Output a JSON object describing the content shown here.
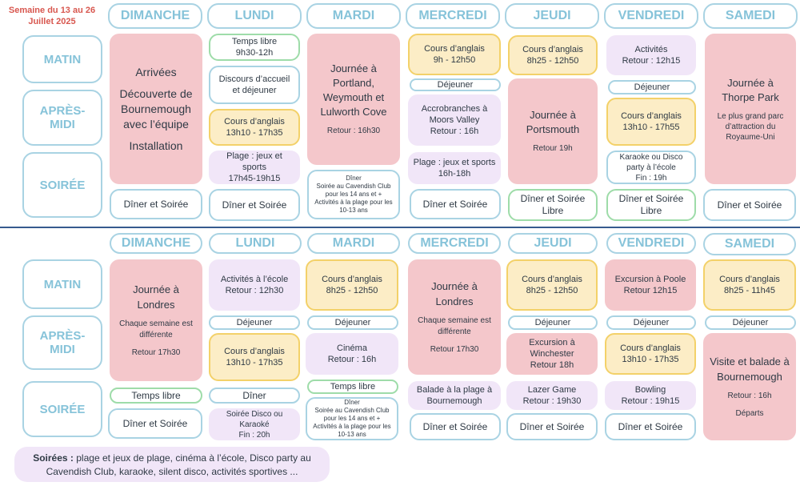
{
  "week_title": "Semaine du 13 au 26 Juillet 2025",
  "days": [
    "DIMANCHE",
    "LUNDI",
    "MARDI",
    "MERCREDI",
    "JEUDI",
    "VENDREDI",
    "SAMEDI"
  ],
  "row_labels": [
    "MATIN",
    "APRÈS-MIDI",
    "SOIRÉE"
  ],
  "w1": {
    "sun": {
      "l1": "Arrivées",
      "l2": "Découverte de Bournemough avec l’équipe",
      "l3": "Installation",
      "evening": "Dîner et Soirée"
    },
    "mon": {
      "temps": {
        "t": "Temps libre",
        "s": "9h30-12h"
      },
      "discours": "Discours d’accueil et déjeuner",
      "anglais": {
        "t": "Cours d’anglais",
        "s": "13h10 - 17h35"
      },
      "plage": {
        "t": "Plage : jeux et sports",
        "s": "17h45-19h15"
      },
      "evening": "Dîner et Soirée"
    },
    "tue": {
      "main": {
        "t": "Journée à Portland, Weymouth et Lulworth Cove",
        "s": "Retour : 16h30"
      },
      "evening": {
        "a": "Dîner",
        "b": "Soirée au Cavendish Club pour les 14 ans et + Activités à la plage pour les 10-13 ans"
      }
    },
    "wed": {
      "anglais": {
        "t": "Cours d’anglais",
        "s": "9h - 12h50"
      },
      "dej": "Déjeuner",
      "accro": {
        "t": "Accrobranches à Moors Valley",
        "s": "Retour : 16h"
      },
      "plage": {
        "t": "Plage : jeux et sports",
        "s": "16h-18h"
      },
      "evening": "Dîner et Soirée"
    },
    "thu": {
      "anglais": {
        "t": "Cours d’anglais",
        "s": "8h25 - 12h50"
      },
      "ports": {
        "t": "Journée à Portsmouth",
        "s": "Retour 19h"
      },
      "evening": "Dîner et Soirée Libre"
    },
    "fri": {
      "act": {
        "t": "Activités",
        "s": "Retour : 12h15"
      },
      "dej": "Déjeuner",
      "anglais": {
        "t": "Cours d’anglais",
        "s": "13h10 - 17h55"
      },
      "karaoke": {
        "t": "Karaoke ou Disco party à l’école",
        "s": "Fin : 19h"
      },
      "evening": "Dîner et Soirée Libre"
    },
    "sat": {
      "main": {
        "t": "Journée à Thorpe Park",
        "s": "Le plus grand parc d’attraction du Royaume-Uni"
      },
      "evening": "Dîner et Soirée"
    }
  },
  "w2": {
    "sun": {
      "main": {
        "t": "Journée à Londres",
        "s": "Chaque semaine est différente",
        "r": "Retour 17h30"
      },
      "temps": "Temps libre",
      "evening": "Dîner et Soirée"
    },
    "mon": {
      "act": {
        "t": "Activités à l’école",
        "s": "Retour : 12h30"
      },
      "dej": "Déjeuner",
      "anglais": {
        "t": "Cours d’anglais",
        "s": "13h10 - 17h35"
      },
      "diner": "Dîner",
      "disco": {
        "t": "Soirée Disco ou Karaoké",
        "s": "Fin : 20h"
      }
    },
    "tue": {
      "anglais": {
        "t": "Cours d’anglais",
        "s": "8h25 - 12h50"
      },
      "dej": "Déjeuner",
      "cinema": {
        "t": "Cinéma",
        "s": "Retour : 16h"
      },
      "temps": "Temps libre",
      "evening": {
        "a": "Dîner",
        "b": "Soirée au Cavendish Club pour les 14 ans et + Activités à la plage pour les 10-13 ans"
      }
    },
    "wed": {
      "main": {
        "t": "Journée à Londres",
        "s": "Chaque semaine est différente",
        "r": "Retour 17h30"
      },
      "balade": "Balade à la plage à Bournemough",
      "evening": "Dîner et Soirée"
    },
    "thu": {
      "anglais": {
        "t": "Cours d’anglais",
        "s": "8h25 - 12h50"
      },
      "dej": "Déjeuner",
      "winch": {
        "t": "Excursion à Winchester",
        "s": "Retour 18h"
      },
      "laser": {
        "t": "Lazer Game",
        "s": "Retour : 19h30"
      },
      "evening": "Dîner et Soirée"
    },
    "fri": {
      "poole": {
        "t": "Excursion à Poole",
        "s": "Retour 12h15"
      },
      "dej": "Déjeuner",
      "anglais": {
        "t": "Cours d’anglais",
        "s": "13h10 - 17h35"
      },
      "bowling": {
        "t": "Bowling",
        "s": "Retour : 19h15"
      },
      "evening": "Dîner et Soirée"
    },
    "sat": {
      "anglais": {
        "t": "Cours d’anglais",
        "s": "8h25 - 11h45"
      },
      "dej": "Déjeuner",
      "visite": {
        "t": "Visite et balade à Bournemough",
        "s": "Retour : 16h",
        "d": "Départs"
      }
    }
  },
  "note": {
    "label": "Soirées :",
    "text": " plage et jeux de plage, cinéma à l’école, Disco party au Cavendish Club, karaoke, silent disco, activités sportives ..."
  }
}
